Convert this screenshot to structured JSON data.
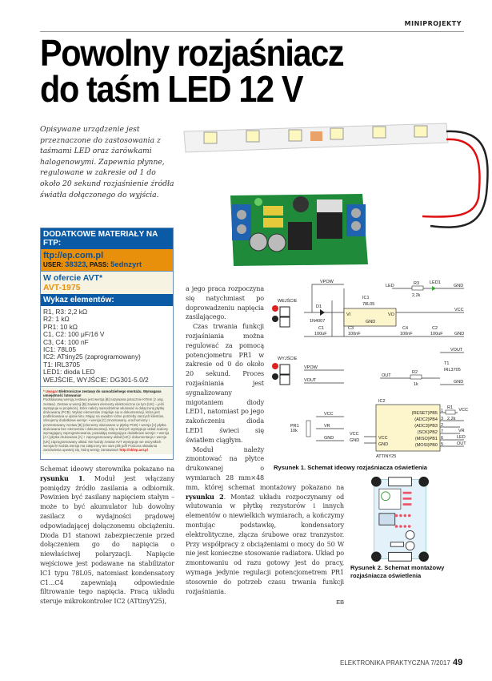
{
  "section": "MINIPROJEKTY",
  "title": [
    "Powolny rozjaśniacz",
    "do taśm LED 12 V"
  ],
  "intro": "Opisywane urządzenie jest przeznaczone do zastosowania z taśmami LED oraz żarówkami halogenowymi. Zapewnia płynne, regulowane w zakresie od 1 do około 20 sekund rozjaśnienie źródła światła dołączonego do wyjścia.",
  "ftp_box": {
    "heading": "DODATKOWE MATERIAŁY NA FTP:",
    "url": "ftp://ep.com.pl",
    "user_label": "USER:",
    "user": "38323",
    "pass_label": "PASS:",
    "pass": "5ednzyrt",
    "offer": "W ofercie AVT*",
    "kit": "AVT-1975"
  },
  "parts_heading": "Wykaz elementów:",
  "parts": [
    "R1, R3: 2,2 kΩ",
    "R2: 1 kΩ",
    "PR1: 10 kΩ",
    "C1, C2: 100 μF/16 V",
    "C3, C4: 100 nF",
    "IC1: 78L05",
    "IC2: ATtiny25 (zaprogramowany)",
    "T1: IRL3705",
    "LED1: dioda LED",
    "WEJŚCIE, WYJŚCIE: DG301-5.0/2"
  ],
  "note": {
    "warn": "* Uwaga!",
    "warn_text": "Elektroniczne zestawy do samodzielnego montażu. Wymagana umiejętność lutowania!",
    "body": "Podstawową wersją zestawu jest wersja [B] nazywana potocznie KITem (z ang. zestaw). Zestaw w wersji [B] zawiera elementy elektroniczne (w tym [UK] – jeśli występuje w projekcie), które należy samodzielnie wlutować w dołączoną płytkę drukowaną (PCB). Wykaz elementów znajduje się w dokumentacji, która jest podlinkowana w opisie kitu. Mając na uwadze różne potrzeby naszych klientów, oferujemy dodatkowe wersje: • wersja [C] zmontowany, uruchomiony i przetestowany zestaw [B] (elementy wlutowane w płytkę PCB) • wersja [A] płytka drukowana bez elementów i dokumentacji. Kity w których występuje układ scalony wymagający zaprogramowania, posiadają następujące dodatkowe wersje: • wersja [A+] płytka drukowana [A] + zaprogramowany układ [UK] i dokumentacja • wersja [UK] zaprogramowany układ. Nie każdy zestaw AVT występuje we wszystkich wersjach! Każda wersja ma załączony ten sam plik pdf! Podczas składania zamówienia upewnij się, którą wersję zamawiasz!",
    "link": "http://sklep.avt.pl"
  },
  "col1": {
    "p1_a": "Schemat ideowy sterownika pokazano na ",
    "p1_ref": "rysunku 1",
    "p1_b": ". Moduł jest włączany pomiędzy źródło zasilania a odbiornik. Powinien być zasilany napięciem stałym – może to być akumulator lub dowolny zasilacz o wydajności prądowej odpowiadającej dołączonemu obciążeniu. Dioda D1 stanowi zabezpieczenie przed dołączeniem go do napięcia o niewłaściwej polaryzacji. Napięcie wejściowe jest podawane na stabilizator IC1 typu 78L05, natomiast kondensatory C1...C4 zapewniają odpowiednie filtrowanie tego napięcia. Pracą układu steruje mikrokontroler IC2 (ATtinyY25),"
  },
  "col2": {
    "p1": "a jego praca rozpoczyna się natychmiast po doprowadzeniu napięcia zasilającego.",
    "p2": "Czas trwania funkcji rozjaśniania można regulować za pomocą potencjometru PR1 w zakresie od 0 do około 20 sekund. Proces rozjaśniania jest sygnalizowany migotaniem diody LED1, natomiast po jego zakończeniu dioda LED1 świeci się światłem ciągłym.",
    "p3_first": "Moduł należy zmontować na płytce drukowanej o wymiarach",
    "p3_a": "28 mm×48 mm, której schemat montażowy pokazano na ",
    "p3_ref": "rysunku 2",
    "p3_b": ". Montaż układu rozpoczynamy od wlutowania w płytkę rezystorów i innych elementów o niewielkich wymiarach, a kończymy montując podstawkę, kondensatory elektrolityczne, złącza śrubowe oraz tranzystor. Przy współpracy z obciążeniami o mocy do 50 W nie jest konieczne stosowanie radiatora. Układ po zmontowaniu od razu gotowy jest do pracy, wymaga jedynie regulacji potencjometrem PR1 stosownie do potrzeb czasu trwania funkcji rozjaśniania.",
    "author": "EB"
  },
  "schematic": {
    "vpow": "VPOW",
    "wejscie": "WEJŚCIE",
    "wyjscie": "WYJŚCIE",
    "vout": "VOUT",
    "vcc": "VCC",
    "gnd": "GND",
    "led": "LED",
    "out": "OUT",
    "vr": "VR",
    "d1": "D1",
    "d1v": "1N4007",
    "ic1": "IC1",
    "ic1v": "78L05",
    "vi": "VI",
    "vo": "VO",
    "c1": "C1",
    "c1v": "100uF",
    "c2": "C2",
    "c2v": "100uF",
    "c3": "C3",
    "c3v": "100nF",
    "c4": "C4",
    "c4v": "100nF",
    "r3": "R3",
    "r3v": "2,2k",
    "led1": "LED1",
    "r2": "R2",
    "r2v": "1k",
    "t1": "T1",
    "t1v": "IRL3705",
    "r1": "R1",
    "r1v": "2,2k",
    "pr1": "PR1",
    "pr1v": "10k",
    "ic2": "IC2",
    "ic2v": "ATTINY25",
    "pins": [
      "(RESET)PB5",
      "(ADC2)PB4",
      "(ADC3)PB3",
      "(SCK)PB2",
      "(MISO)PB1",
      "(MOSI)PB0"
    ],
    "pinnums": [
      "1",
      "3",
      "2",
      "7",
      "6",
      "5"
    ]
  },
  "caption1": "Rysunek 1. Schemat ideowy rozjaśniacza oświetlenia",
  "caption2": "Rysunek 2. Schemat montażowy rozjaśniacza oświetlenia",
  "footer": {
    "magazine": "ELEKTRONIKA PRAKTYCZNA 7/2017",
    "page": "49"
  }
}
